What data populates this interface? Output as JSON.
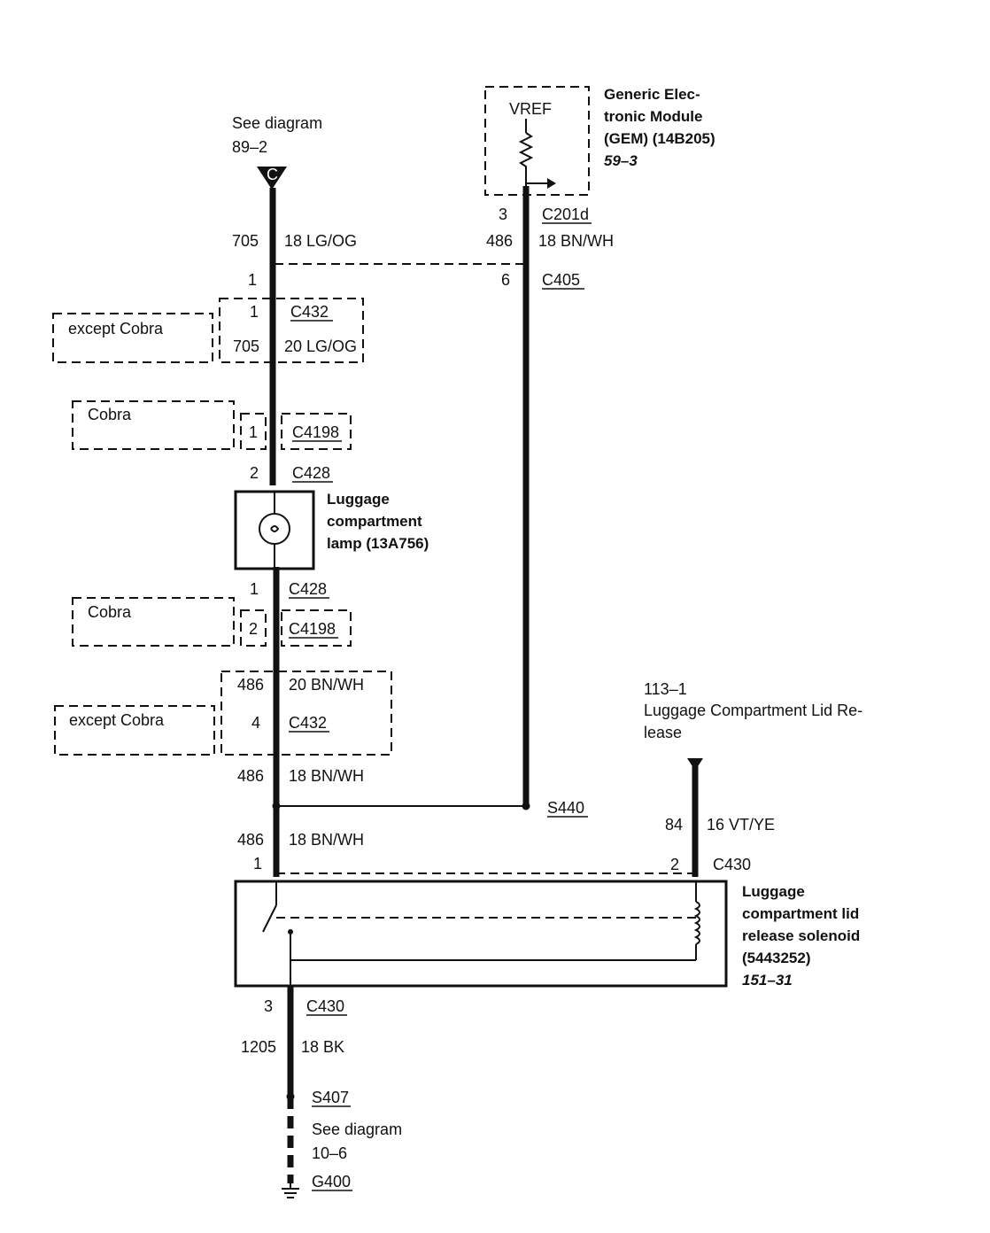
{
  "colors": {
    "ink": "#111111",
    "paper": "#ffffff"
  },
  "refs": {
    "top_see": "See diagram",
    "top_num": "89–2",
    "top_letter": "C",
    "right_num": "113–1",
    "right_line1": "Luggage Compartment Lid Re-",
    "right_line2": "lease",
    "bottom_see": "See diagram",
    "bottom_num": "10–6"
  },
  "gem": {
    "vref": "VREF",
    "line1": "Generic Elec-",
    "line2": "tronic Module",
    "line3": "(GEM) (14B205)",
    "page": "59–3"
  },
  "lamp": {
    "line1": "Luggage",
    "line2": "compartment",
    "line3": "lamp (13A756)"
  },
  "solenoid": {
    "line1": "Luggage",
    "line2": "compartment lid",
    "line3": "release solenoid",
    "line4": "(5443252)",
    "page": "151–31"
  },
  "options": {
    "except_cobra": "except Cobra",
    "cobra": "Cobra"
  },
  "left_wire": {
    "circuit_top": "705",
    "gauge_top": "18 LG/OG",
    "pin_c405": "1",
    "pin_c432_upper": "1",
    "conn_c432_upper": "C432",
    "circuit_mid": "705",
    "gauge_mid": "20 LG/OG",
    "pin_c4198_upper": "1",
    "conn_c4198_upper": "C4198",
    "pin_c428_upper": "2",
    "conn_c428_upper": "C428",
    "pin_c428_lower": "1",
    "conn_c428_lower": "C428",
    "pin_c4198_lower": "2",
    "conn_c4198_lower": "C4198",
    "circuit_low1": "486",
    "gauge_low1": "20 BN/WH",
    "pin_c432_lower": "4",
    "conn_c432_lower": "C432",
    "circuit_low2": "486",
    "gauge_low2": "18 BN/WH",
    "circuit_low3": "486",
    "gauge_low3": "18 BN/WH",
    "pin_c430_left": "1"
  },
  "mid_wire": {
    "pin_c201d": "3",
    "conn_c201d": "C201d",
    "circuit": "486",
    "gauge": "18 BN/WH",
    "pin_c405": "6",
    "conn_c405": "C405",
    "splice": "S440"
  },
  "right_wire": {
    "circuit": "84",
    "gauge": "16 VT/YE",
    "pin_c430": "2",
    "conn_c430": "C430"
  },
  "ground_wire": {
    "pin_c430": "3",
    "conn_c430": "C430",
    "circuit": "1205",
    "gauge": "18 BK",
    "splice": "S407",
    "ground": "G400"
  }
}
